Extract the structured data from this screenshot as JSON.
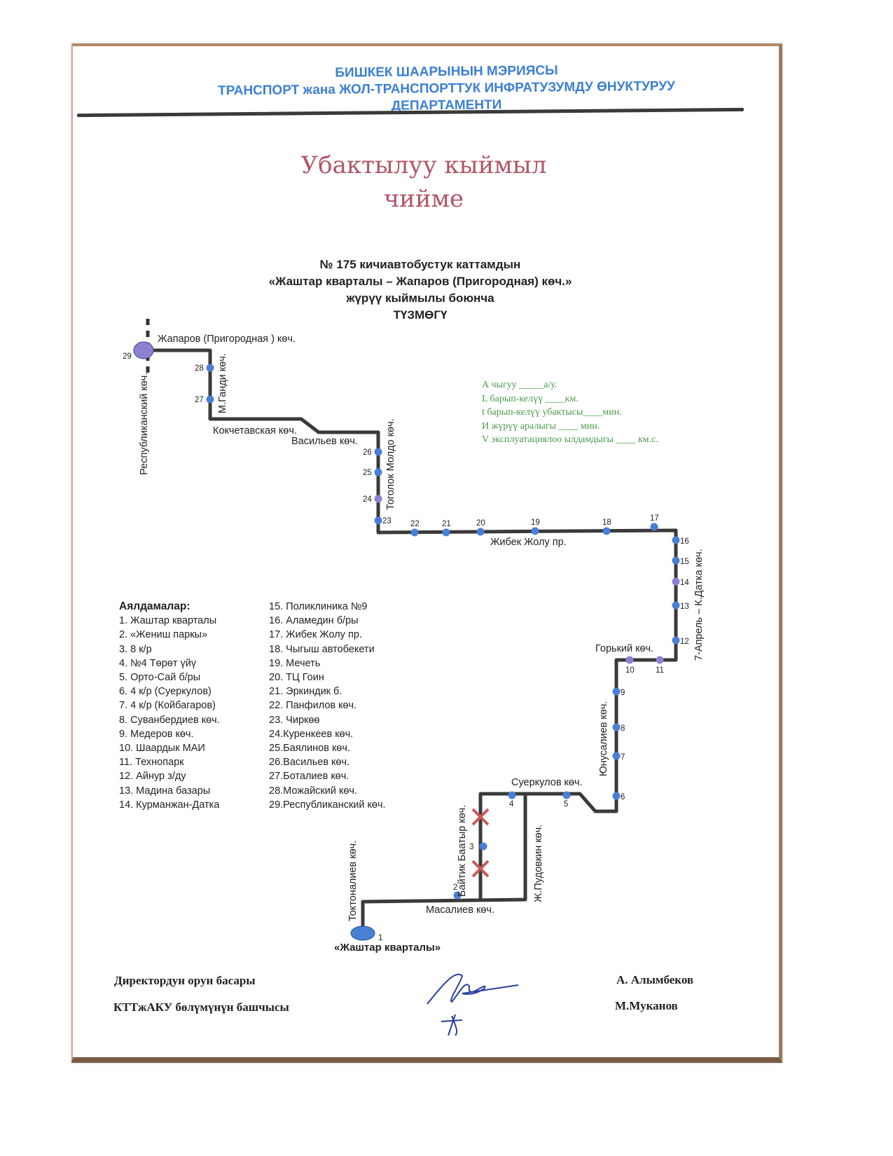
{
  "header": {
    "line1": "БИШКЕК ШААРЫНЫН МЭРИЯСЫ",
    "line2": "ТРАНСПОРТ жана ЖОЛ-ТРАНСПОРТТУК ИНФРАТУЗУМДУ ӨНУКТУРУУ",
    "line3": "ДЕПАРТАМЕНТИ"
  },
  "title": {
    "line1": "Убактылуу кыймыл",
    "line2": "чийме"
  },
  "subtitle": {
    "line1": "№ 175  кичиавтобустук каттамдын",
    "line2": "«Жаштар кварталы – Жапаров (Пригородная) көч.»",
    "line3": "жүрүү кыймылы боюнча",
    "line4": "ТҮЗМӨГҮ"
  },
  "parameters": [
    "А чыгуу   _____а/у.",
    "L барып-келүү  ____км.",
    "t барып-келүү убактысы____мин.",
    "И жүрүү аралыгы ____   мин.",
    "V эксплуатациялоо ылдамдыгы ____ км.с."
  ],
  "stops_heading": "Аялдамалар:",
  "stops": [
    "1. Жаштар кварталы",
    "2. «Жениш паркы»",
    "3. 8 к/р",
    "4. №4 Төрөт үйү",
    "5. Орто-Сай б/ры",
    "6. 4 к/р (Суеркулов)",
    "7. 4 к/р (Койбагаров)",
    "8. Суванбердиев көч.",
    "9. Медеров  көч.",
    "10. Шаардык МАИ",
    "11. Технопарк",
    "12. Айнур з/ду",
    "13. Мадина базары",
    "14. Курманжан-Датка",
    "15. Поликлиника №9",
    "16. Аламедин б/ры",
    "17. Жибек Жолу пр.",
    "18. Чыгыш автобекети",
    "19. Мечеть",
    "20. ТЦ Гоин",
    "21. Эркиндик б.",
    "22. Панфилов көч.",
    "23. Чиркөө",
    "24.Куренкеев көч.",
    "25.Баялинов көч.",
    "26.Васильев көч.",
    "27.Боталиев көч.",
    "28.Можайский көч.",
    "29.Республиканский көч."
  ],
  "map": {
    "streets": {
      "zhaparov": "Жапаров (Пригородная ) көч.",
      "respublikansky": "Республиканский көч.",
      "gandi": "М.Ганди көч.",
      "kokchetav": "Кокчетавская көч.",
      "vasilev": "Васильев көч.",
      "togolok": "Тоголок Молдо  көч.",
      "zhibek": "Жибек Жолу пр.",
      "datka": "7-Апрель – К.Датка көч.",
      "gorky": "Горький көч.",
      "yunusaliev": "Юнусалиев көч.",
      "suerkulov": "Суеркулов көч.",
      "baitik": "Байтик Баатыр көч.",
      "pudovkin": "Ж.Пудовкин көч.",
      "masaliev": "Масалиев көч.",
      "toktonaliev": "Токтоналиев көч.",
      "terminal": "«Жаштар кварталы»"
    },
    "stop_numbers": [
      "1",
      "2",
      "3",
      "4",
      "5",
      "6",
      "7",
      "8",
      "9",
      "10",
      "11",
      "12",
      "13",
      "14",
      "15",
      "16",
      "17",
      "18",
      "19",
      "20",
      "21",
      "22",
      "23",
      "24",
      "25",
      "26",
      "27",
      "28",
      "29"
    ],
    "colors": {
      "route": "#3a3a3a",
      "stop": "#4a7fd6",
      "stop_alt": "#8f7fd0",
      "closed": "#c85a5a"
    }
  },
  "signatures": {
    "left1": "Директордун орун басары",
    "left2": "КТТжАКУ  бөлүмүнүн башчысы",
    "right1": "А. Алымбеков",
    "right2": "М.Муканов"
  }
}
